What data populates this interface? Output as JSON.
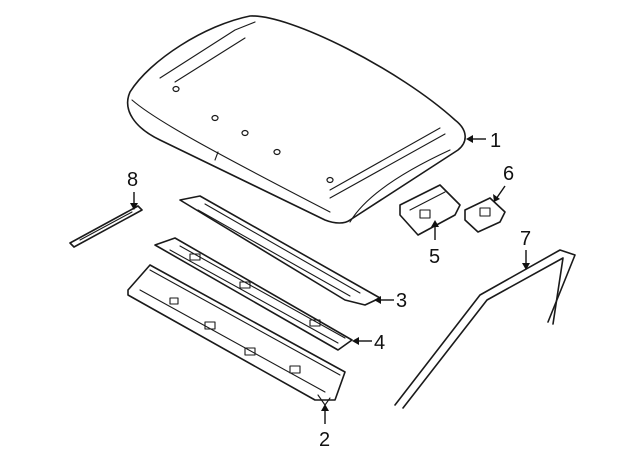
{
  "diagram": {
    "callouts": [
      {
        "id": "1",
        "label": "1"
      },
      {
        "id": "2",
        "label": "2"
      },
      {
        "id": "3",
        "label": "3"
      },
      {
        "id": "4",
        "label": "4"
      },
      {
        "id": "5",
        "label": "5"
      },
      {
        "id": "6",
        "label": "6"
      },
      {
        "id": "7",
        "label": "7"
      },
      {
        "id": "8",
        "label": "8"
      }
    ],
    "colors": {
      "stroke": "#1a1a1a",
      "background": "#ffffff"
    }
  }
}
